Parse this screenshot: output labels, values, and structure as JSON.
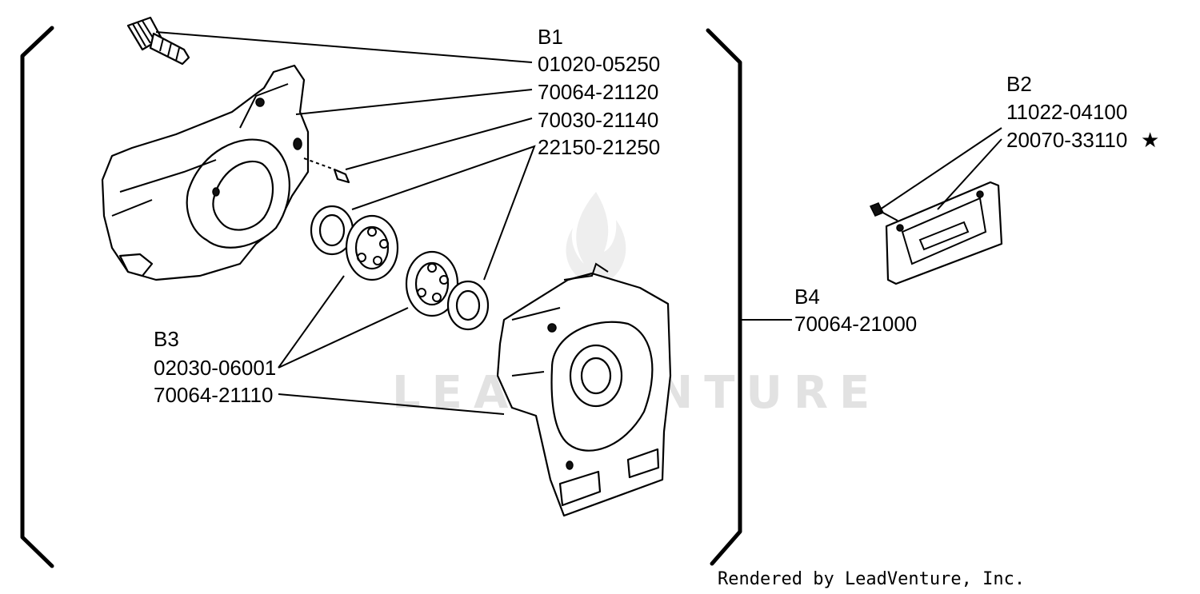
{
  "groups": {
    "b1": {
      "title": "B1",
      "parts": [
        "01020-05250",
        "70064-21120",
        "70030-21140",
        "22150-21250"
      ]
    },
    "b2": {
      "title": "B2",
      "parts": [
        "11022-04100",
        "20070-33110"
      ],
      "star": "★"
    },
    "b3": {
      "title": "B3",
      "parts": [
        "02030-06001",
        "70064-21110"
      ]
    },
    "b4": {
      "title": "B4",
      "parts": [
        "70064-21000"
      ]
    }
  },
  "watermark": "LEADVENTURE",
  "credit": "Rendered by LeadVenture, Inc."
}
